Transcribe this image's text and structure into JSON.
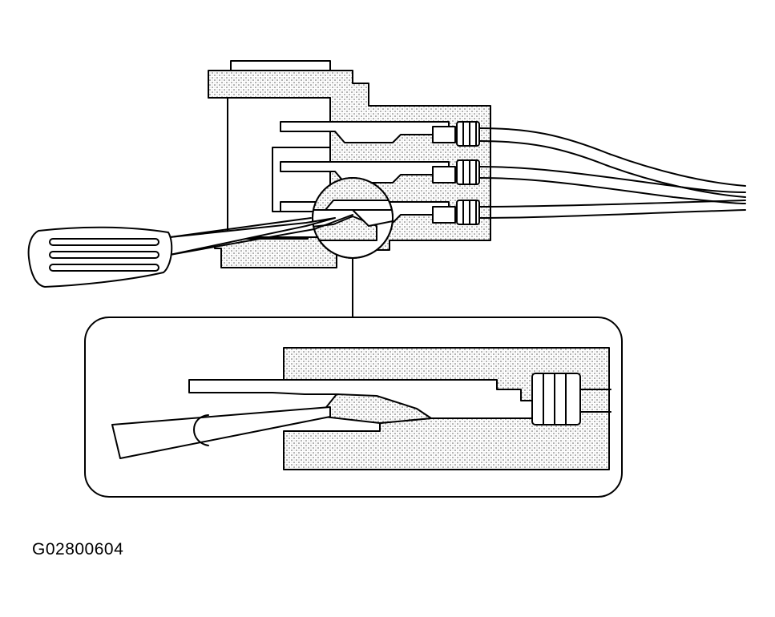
{
  "figure": {
    "id_label": "G02800604"
  },
  "colors": {
    "ink": "#000000",
    "paper": "#ffffff",
    "stipple": "#5a5a5a"
  },
  "elements": {
    "terminals": 3,
    "wires": 3
  }
}
